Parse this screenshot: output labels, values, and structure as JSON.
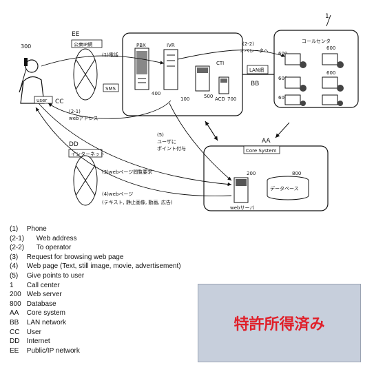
{
  "diagram": {
    "system_ref": "1",
    "user_ref": "300",
    "network_ee": {
      "key": "EE",
      "label": "公衆IP網"
    },
    "network_dd": {
      "key": "DD",
      "label": "インターネット"
    },
    "core_system": {
      "key": "AA",
      "label": "Core System"
    },
    "call_center": {
      "label": "コールセンタ",
      "refs": [
        "600",
        "600",
        "600",
        "600",
        "600",
        "600"
      ]
    },
    "nodes": {
      "pbx": "PBX",
      "pbx_ref": "400",
      "ivr": "IVR",
      "ivr_ref": "100",
      "cti": "CTI",
      "cti_ref": "500",
      "acd": "ACD",
      "acd_ref": "700",
      "lan": "LAN網",
      "lan_key": "BB",
      "sms": "SMS",
      "user": "user",
      "user_key": "CC",
      "web_server": "webサーバ",
      "web_server_ref": "200",
      "database": "データベース",
      "database_ref": "800"
    },
    "arrows": {
      "phone": "(1)電話",
      "to_operator_1": "(2-2)",
      "to_operator_2": "オペレータへ",
      "web_address_1": "(2-1)",
      "web_address_2": "webアドレス",
      "points_1": "(5)",
      "points_2": "ユーザに",
      "points_3": "ポイント付与",
      "browse_request": "(3)webページ閲覧要求",
      "web_page_1": "(4)webページ",
      "web_page_2": "(テキスト, 静止画像, 動画, 広告)"
    }
  },
  "legend": [
    {
      "key": "(1)",
      "text": "Phone"
    },
    {
      "key": "(2-1)",
      "text": "Web address"
    },
    {
      "key": "(2-2)",
      "text": "To operator"
    },
    {
      "key": "(3)",
      "text": "Request for browsing web page"
    },
    {
      "key": "(4)",
      "text": "Web page (Text, still image, movie, advertisement)"
    },
    {
      "key": "(5)",
      "text": "Give points to user"
    },
    {
      "key": "1",
      "text": "Call center"
    },
    {
      "key": "200",
      "text": "Web server"
    },
    {
      "key": "800",
      "text": "Database"
    },
    {
      "key": "AA",
      "text": "Core system"
    },
    {
      "key": "BB",
      "text": "LAN network"
    },
    {
      "key": "CC",
      "text": "User"
    },
    {
      "key": "DD",
      "text": "Internet"
    },
    {
      "key": "EE",
      "text": "Public/IP network"
    }
  ],
  "stamp": {
    "text": "特許所得済み"
  }
}
